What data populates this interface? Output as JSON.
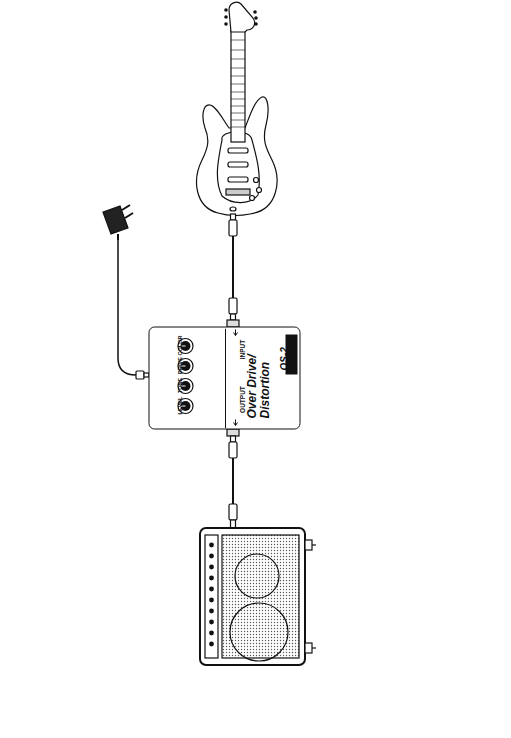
{
  "diagram": {
    "nodes": [
      {
        "text": [
          "Over Drive/ Distortion",
          "OS-2"
        ]
      }
    ],
    "labels": [
      "INPUT",
      "OUTPUT",
      "LEVEL",
      "TONE",
      "DRIVE",
      "COLOR"
    ]
  }
}
